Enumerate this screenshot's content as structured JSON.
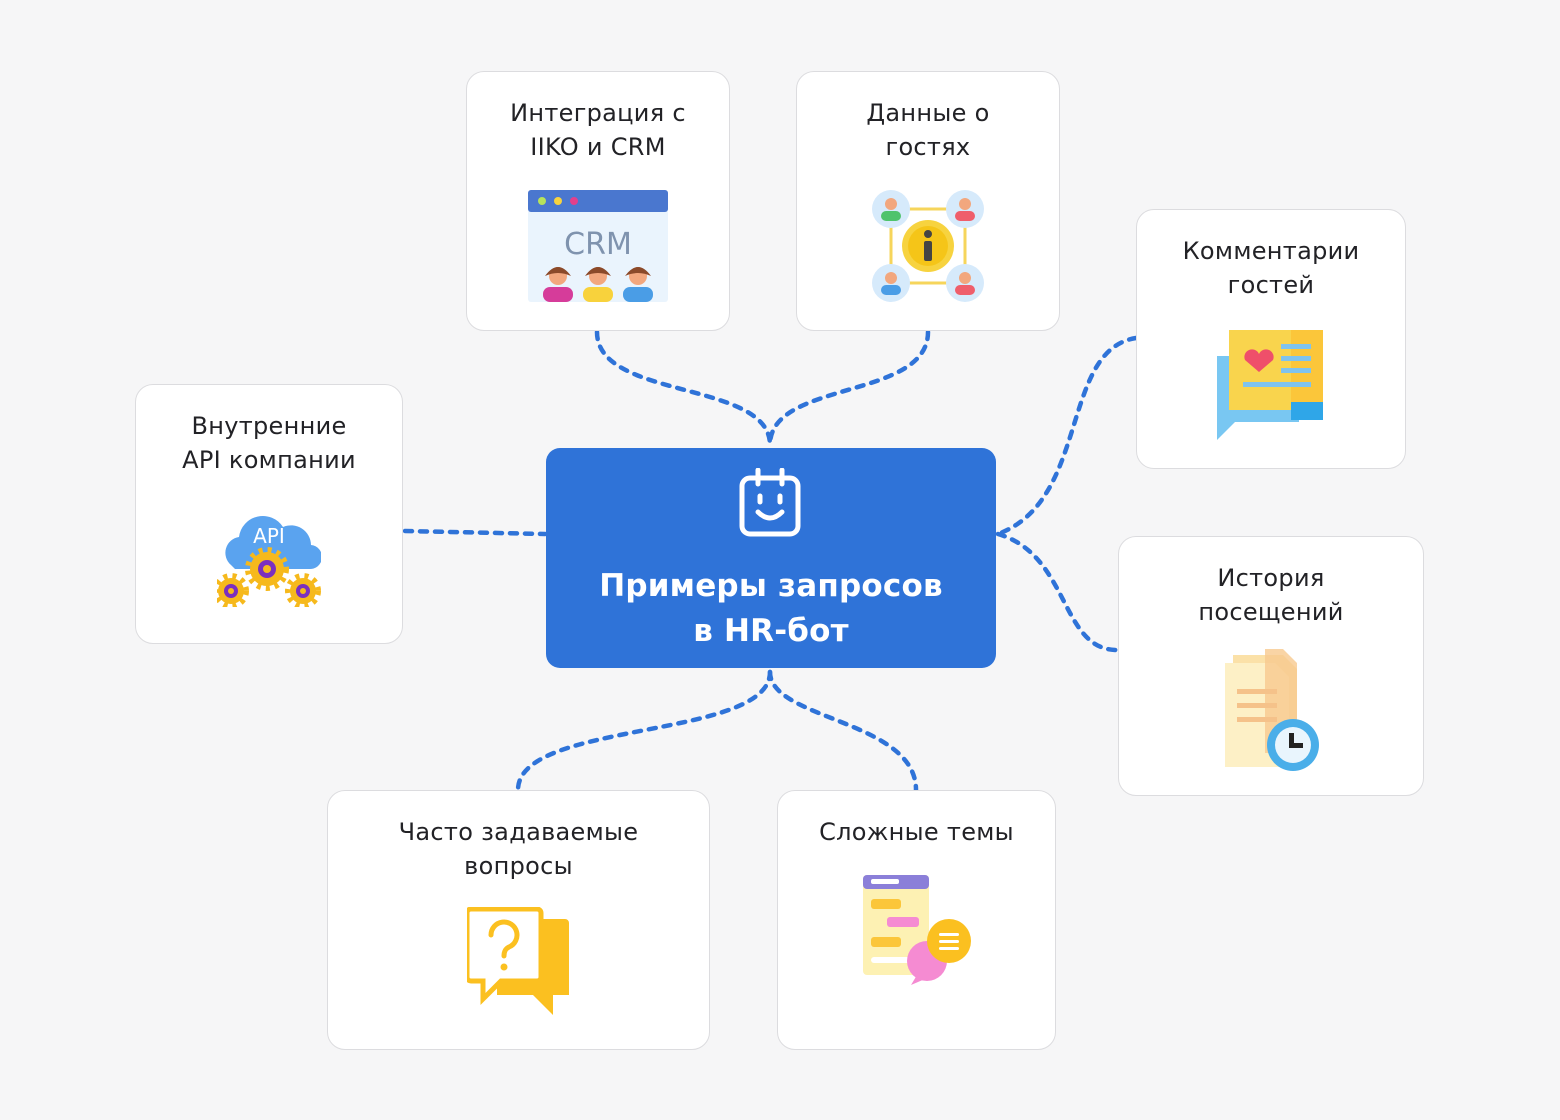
{
  "center": {
    "title": "Примеры запросов\nв HR-бот",
    "icon": "smiling-calendar-icon"
  },
  "nodes": [
    {
      "id": "integration",
      "title": "Интеграция с\nIIKO и CRM",
      "icon": "crm-icon",
      "icon_text": "CRM"
    },
    {
      "id": "guest-data",
      "title": "Данные о\nгостях",
      "icon": "guest-info-network-icon"
    },
    {
      "id": "comments",
      "title": "Комментарии\nгостей",
      "icon": "feedback-chat-icon"
    },
    {
      "id": "api",
      "title": "Внутренние\nAPI компании",
      "icon": "api-cloud-gears-icon",
      "icon_text": "API"
    },
    {
      "id": "history",
      "title": "История\nпосещений",
      "icon": "document-clock-icon"
    },
    {
      "id": "faq",
      "title": "Часто задаваемые\nвопросы",
      "icon": "question-chat-icon"
    },
    {
      "id": "complex",
      "title": "Сложные темы",
      "icon": "messages-board-icon"
    }
  ],
  "colors": {
    "accent": "#2f73d8",
    "background": "#f6f6f7",
    "card_border": "#dcdcdf",
    "text": "#222226"
  }
}
